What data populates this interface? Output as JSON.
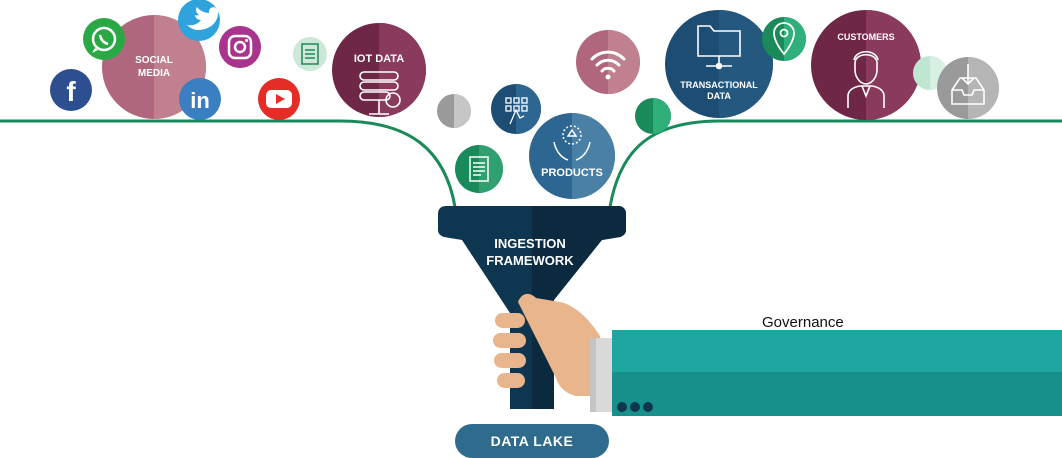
{
  "labels": {
    "social_media_1": "SOCIAL",
    "social_media_2": "MEDIA",
    "iot_data": "IOT DATA",
    "products": "PRODUCTS",
    "transactional_1": "TRANSACTIONAL",
    "transactional_2": "DATA",
    "customers": "CUSTOMERS",
    "ingestion_1": "INGESTION",
    "ingestion_2": "FRAMEWORK",
    "governance": "Governance",
    "data_lake": "DATA LAKE"
  },
  "colors": {
    "maroon": "#7a2a4f",
    "navy": "#1d4d73",
    "green_line": "#1b8a5a",
    "funnel_dark": "#0f3650",
    "teal_sleeve": "#1fa6a0",
    "pill": "#2e6b8c"
  },
  "icons": [
    "facebook-icon",
    "whatsapp-icon",
    "twitter-icon",
    "instagram-icon",
    "linkedin-icon",
    "youtube-icon",
    "document-icon",
    "server-icon",
    "wifi-icon",
    "folder-network-icon",
    "location-pin-icon",
    "person-icon",
    "inbox-tray-icon",
    "touch-grid-icon",
    "product-hands-icon"
  ]
}
